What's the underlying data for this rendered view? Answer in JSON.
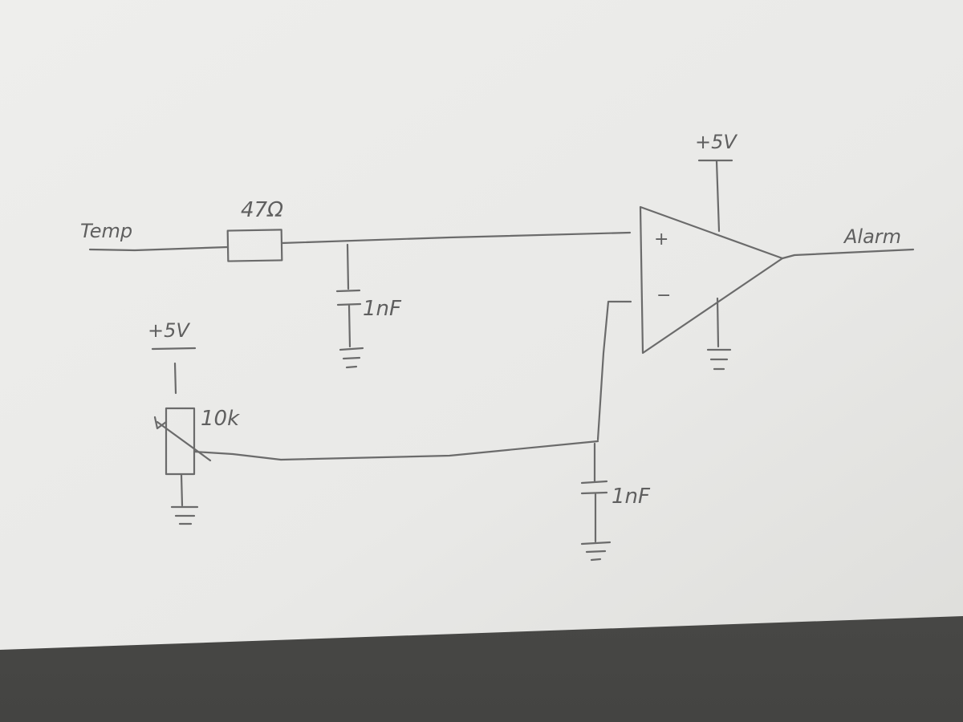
{
  "labels": {
    "input": "Temp",
    "output": "Alarm",
    "resistor": "47Ω",
    "cap_top": "1nF",
    "cap_bottom": "1nF",
    "pot": "10k",
    "supply_opamp": "+5V",
    "supply_pot": "+5V",
    "opamp_plus": "+",
    "opamp_minus": "−"
  },
  "colors": {
    "paper": "#ececea",
    "paper_shadow": "#d9d9d6",
    "desk": "#4e4e4c",
    "pencil": "#6b6b6b",
    "text": "#5f5f5f"
  }
}
